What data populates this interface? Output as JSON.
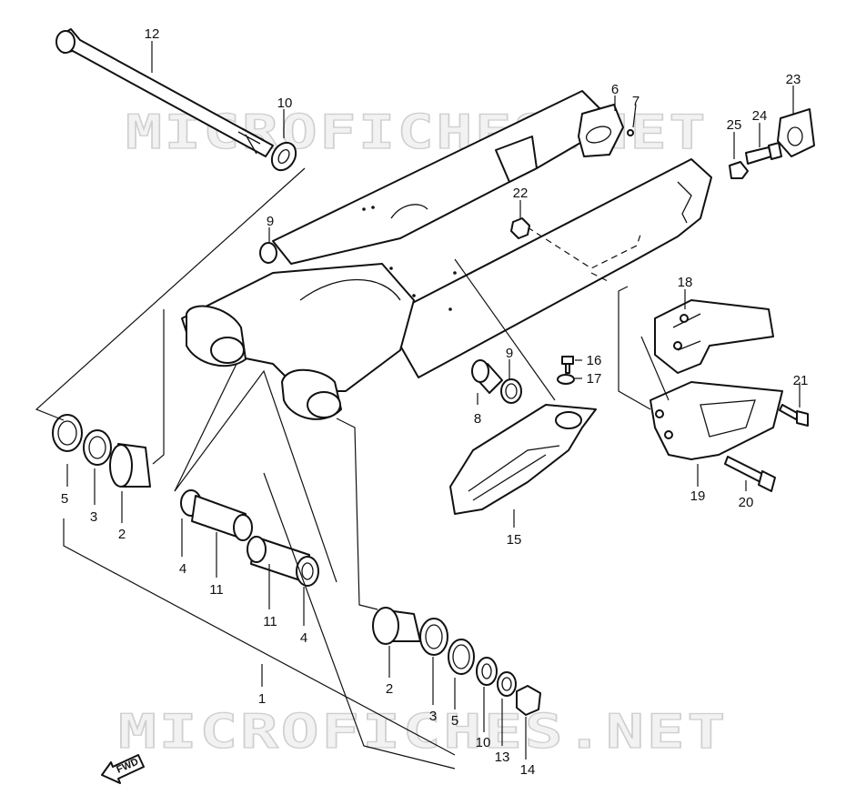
{
  "watermark": "MICROFICHES.NET",
  "direction_label": "FWD",
  "callouts": {
    "c1": "1",
    "c2a": "2",
    "c2b": "2",
    "c3a": "3",
    "c3b": "3",
    "c4a": "4",
    "c4b": "4",
    "c5a": "5",
    "c5b": "5",
    "c6": "6",
    "c7": "7",
    "c8": "8",
    "c9a": "9",
    "c9b": "9",
    "c10a": "10",
    "c10b": "10",
    "c11a": "11",
    "c11b": "11",
    "c12": "12",
    "c13": "13",
    "c14": "14",
    "c15": "15",
    "c16": "16",
    "c17": "17",
    "c18": "18",
    "c19": "19",
    "c20": "20",
    "c21": "21",
    "c22": "22",
    "c23": "23",
    "c24": "24",
    "c25": "25"
  }
}
